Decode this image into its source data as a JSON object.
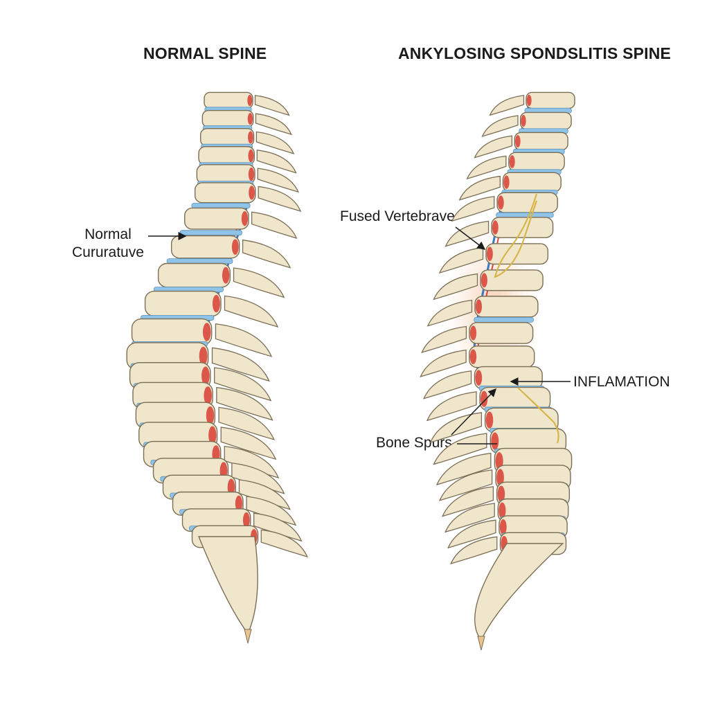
{
  "titles": {
    "normal": "NORMAL SPINE",
    "ankylosing": "ANKYLOSING SPONDSLITIS SPINE"
  },
  "labels": {
    "normal_line1": "Normal",
    "normal_line2": "Cururatuve",
    "fused": "Fused Vertebrave",
    "inflammation": "INFLAMATION",
    "bone_spurs": "Bone Spurs"
  },
  "colors": {
    "bone": "#efe6cc",
    "bone_stroke": "#7a6e55",
    "disc": "#8fc4e8",
    "nerve_red": "#d9473c",
    "nerve_blue": "#3a78c2",
    "inflammation": "#f3c9a6",
    "fusion_yellow": "#d8b54a"
  }
}
